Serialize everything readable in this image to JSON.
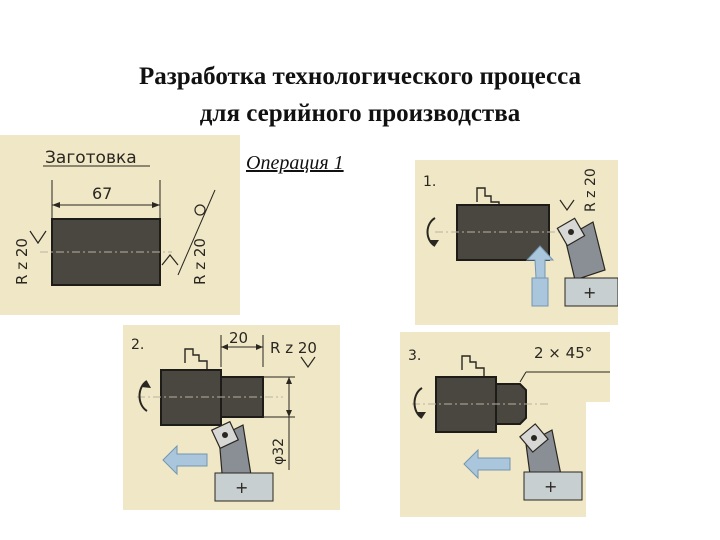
{
  "title": {
    "line1": "Разработка технологического процесса",
    "line2": "для серийного производства"
  },
  "operation_label": "Операция 1",
  "blank_panel": {
    "caption": "Заготовка",
    "dimension": "67",
    "roughness_left": "R z 20",
    "roughness_right": "R z 20"
  },
  "step1": {
    "number": "1.",
    "roughness": "R z 20",
    "plus": "+"
  },
  "step2": {
    "number": "2.",
    "dimension": "20",
    "roughness": "R z 20",
    "diameter": "φ32",
    "plus": "+"
  },
  "step3": {
    "number": "3.",
    "chamfer": "2 × 45°",
    "plus": "+"
  },
  "colors": {
    "paper": "#efe7c6",
    "part": "#4a4640",
    "ink": "#2a2620",
    "arrow": "#a9c6dd",
    "tool": "#8a8f96"
  }
}
